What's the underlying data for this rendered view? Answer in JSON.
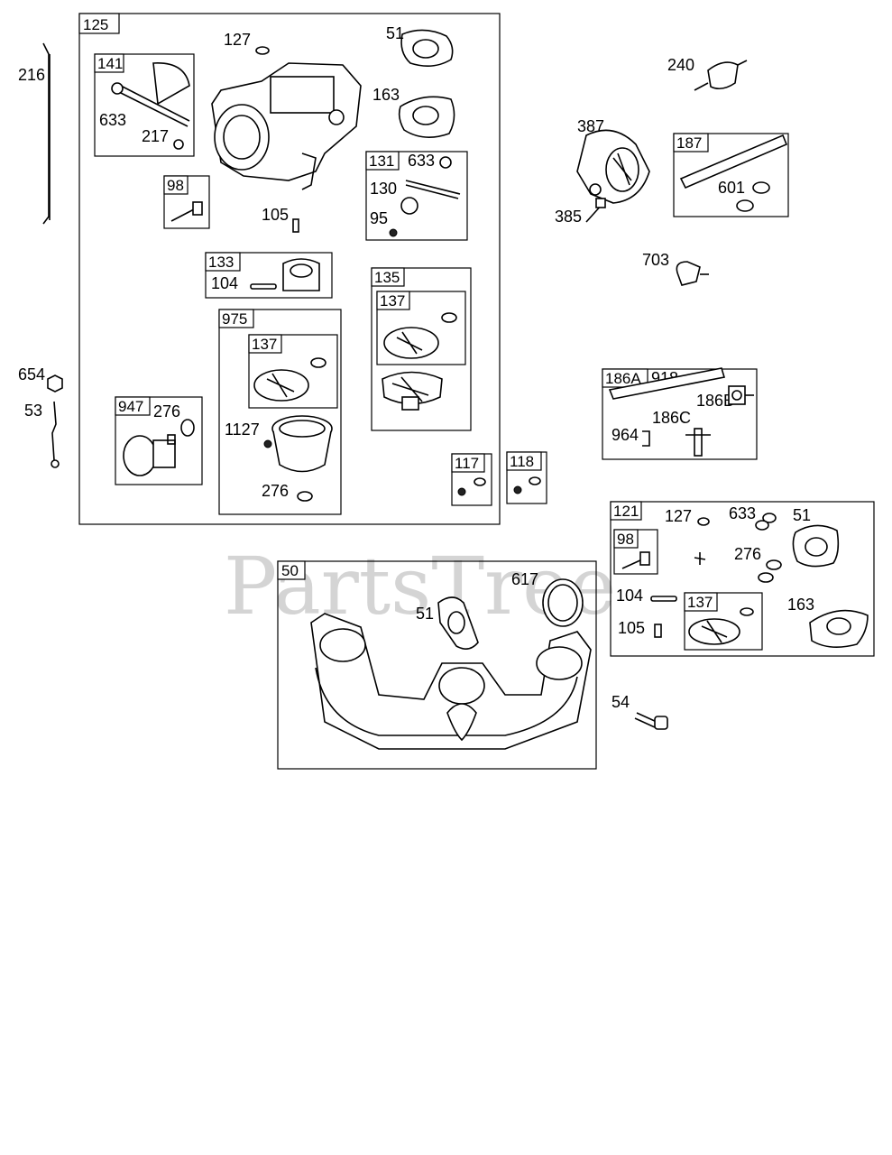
{
  "watermark": "PartsTree",
  "callouts": {
    "c216": "216",
    "c654": "654",
    "c53": "53",
    "c127a": "127",
    "c51a": "51",
    "c163a": "163",
    "c633a": "633",
    "c217": "217",
    "c105a": "105",
    "c633b": "633",
    "c130": "130",
    "c95": "95",
    "c104a": "104",
    "c276a": "276",
    "c1127": "1127",
    "c276b": "276",
    "c240": "240",
    "c387": "387",
    "c385": "385",
    "c601": "601",
    "c703": "703",
    "c918": "918",
    "c186b": "186B",
    "c186c": "186C",
    "c964": "964",
    "c127b": "127",
    "c633c": "633",
    "c51b": "51",
    "c276c": "276",
    "c104b": "104",
    "c105b": "105",
    "c163b": "163",
    "c51c": "51",
    "c617": "617",
    "c54": "54"
  },
  "boxes": {
    "b125": "125",
    "b141": "141",
    "b98a": "98",
    "b131": "131",
    "b133": "133",
    "b135": "135",
    "b137a": "137",
    "b975": "975",
    "b137b": "137",
    "b947": "947",
    "b117": "117",
    "b118": "118",
    "b187": "187",
    "b186a": "186A",
    "b121": "121",
    "b98b": "98",
    "b137c": "137",
    "b50": "50"
  }
}
